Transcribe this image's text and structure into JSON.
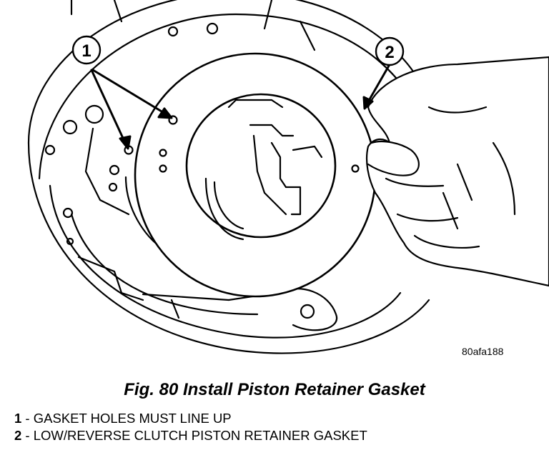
{
  "figure": {
    "callouts": [
      "1",
      "2"
    ],
    "code": "80afa188"
  },
  "caption": "Fig. 80 Install Piston Retainer Gasket",
  "legend": [
    {
      "num": "1",
      "sep": " - ",
      "text": "GASKET HOLES MUST LINE UP"
    },
    {
      "num": "2",
      "sep": " - ",
      "text": "LOW/REVERSE CLUTCH PISTON RETAINER GASKET"
    }
  ]
}
